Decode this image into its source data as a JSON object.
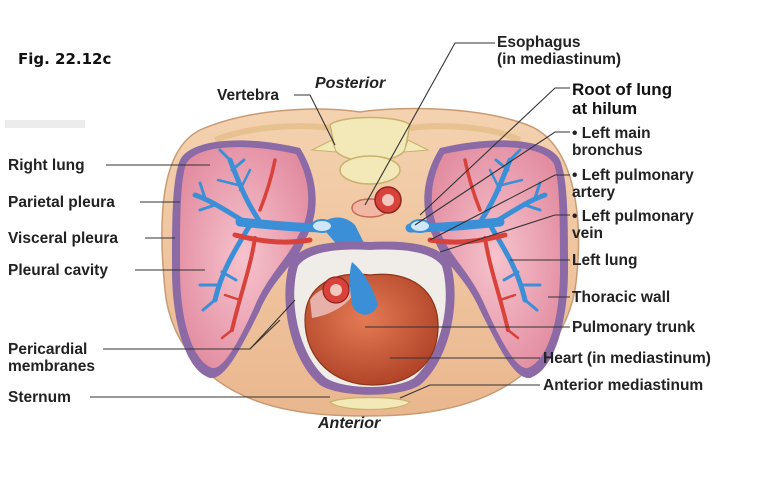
{
  "figure_label": "Fig. 22.12c",
  "orientation": {
    "posterior": "Posterior",
    "anterior": "Anterior"
  },
  "labels_left": {
    "vertebra": "Vertebra",
    "right_lung": "Right lung",
    "parietal_pleura": "Parietal pleura",
    "visceral_pleura": "Visceral pleura",
    "pleural_cavity": "Pleural cavity",
    "pericardial_1": "Pericardial",
    "pericardial_2": "membranes",
    "sternum": "Sternum"
  },
  "labels_right": {
    "esophagus_1": "Esophagus",
    "esophagus_2": "(in mediastinum)",
    "root_1": "Root of lung",
    "root_2": "at hilum",
    "bronchus_1": "• Left main",
    "bronchus_2": "bronchus",
    "artery_1": "• Left pulmonary",
    "artery_2": "artery",
    "vein_1": "• Left pulmonary",
    "vein_2": "vein",
    "left_lung": "Left lung",
    "thoracic_wall": "Thoracic wall",
    "pulmonary_trunk": "Pulmonary trunk",
    "heart": "Heart (in mediastinum)",
    "anterior_mediastinum": "Anterior mediastinum"
  },
  "colors": {
    "skin": "#f2c9a3",
    "lung": "#eda1b2",
    "pleura": "#8b6aa6",
    "artery": "#3a8fd6",
    "vein": "#d9423a",
    "heart": "#c9583b",
    "bone": "#f3e9b8"
  }
}
